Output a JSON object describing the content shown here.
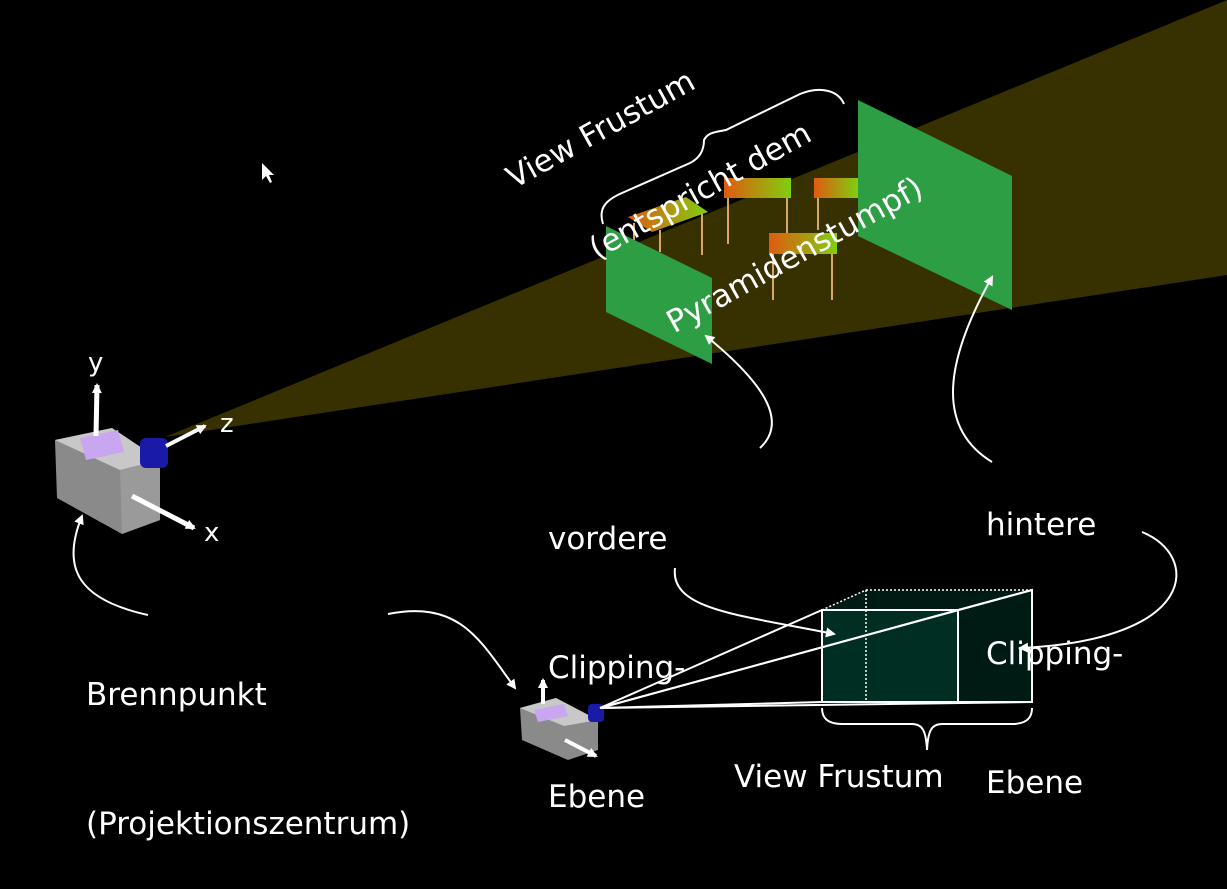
{
  "frustum_label": {
    "line1": "View Frustum",
    "line2": "(entspricht dem",
    "line3": "Pyramidenstumpf)"
  },
  "near_plane_label": {
    "line1": "vordere",
    "line2": "Clipping-",
    "line3": "Ebene"
  },
  "far_plane_label": {
    "line1": "hintere",
    "line2": "Clipping-",
    "line3": "Ebene"
  },
  "focal_point_label": {
    "line1": "Brennpunkt",
    "line2": "(Projektionszentrum)"
  },
  "bottom_label": "View Frustum",
  "axes": {
    "x": "x",
    "y": "y",
    "z": "z"
  },
  "colors": {
    "background": "#000000",
    "frustum": "#3a3300",
    "clipping_plane": "#2e9e44",
    "camera_body": "#a8a8a8",
    "camera_top": "#c9a6f0",
    "lens": "#1a1aa8",
    "box_fill": "#003a2c"
  },
  "icons": [
    "mouse-cursor-icon",
    "camera-icon"
  ]
}
